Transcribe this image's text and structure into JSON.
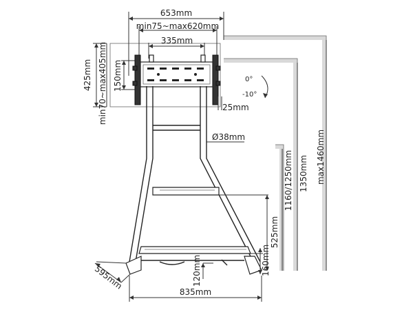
{
  "labels": {
    "width_653": "653mm",
    "vesa_horizontal": "min75~max620mm",
    "hole_335": "335mm",
    "height_425": "425mm",
    "vesa_vertical": "min70~max405mm",
    "height_150": "150mm",
    "tilt_0": "0°",
    "tilt_minus10": "-10°",
    "offset_25": "25mm",
    "tube_diameter": "Ø38mm",
    "height_1160_1250": "1160/1250mm",
    "height_1350": "1350mm",
    "height_max1460": "max1460mm",
    "height_525": "525mm",
    "height_160": "160mm",
    "height_120": "120mm",
    "depth_595": "595mm",
    "width_835": "835mm"
  }
}
